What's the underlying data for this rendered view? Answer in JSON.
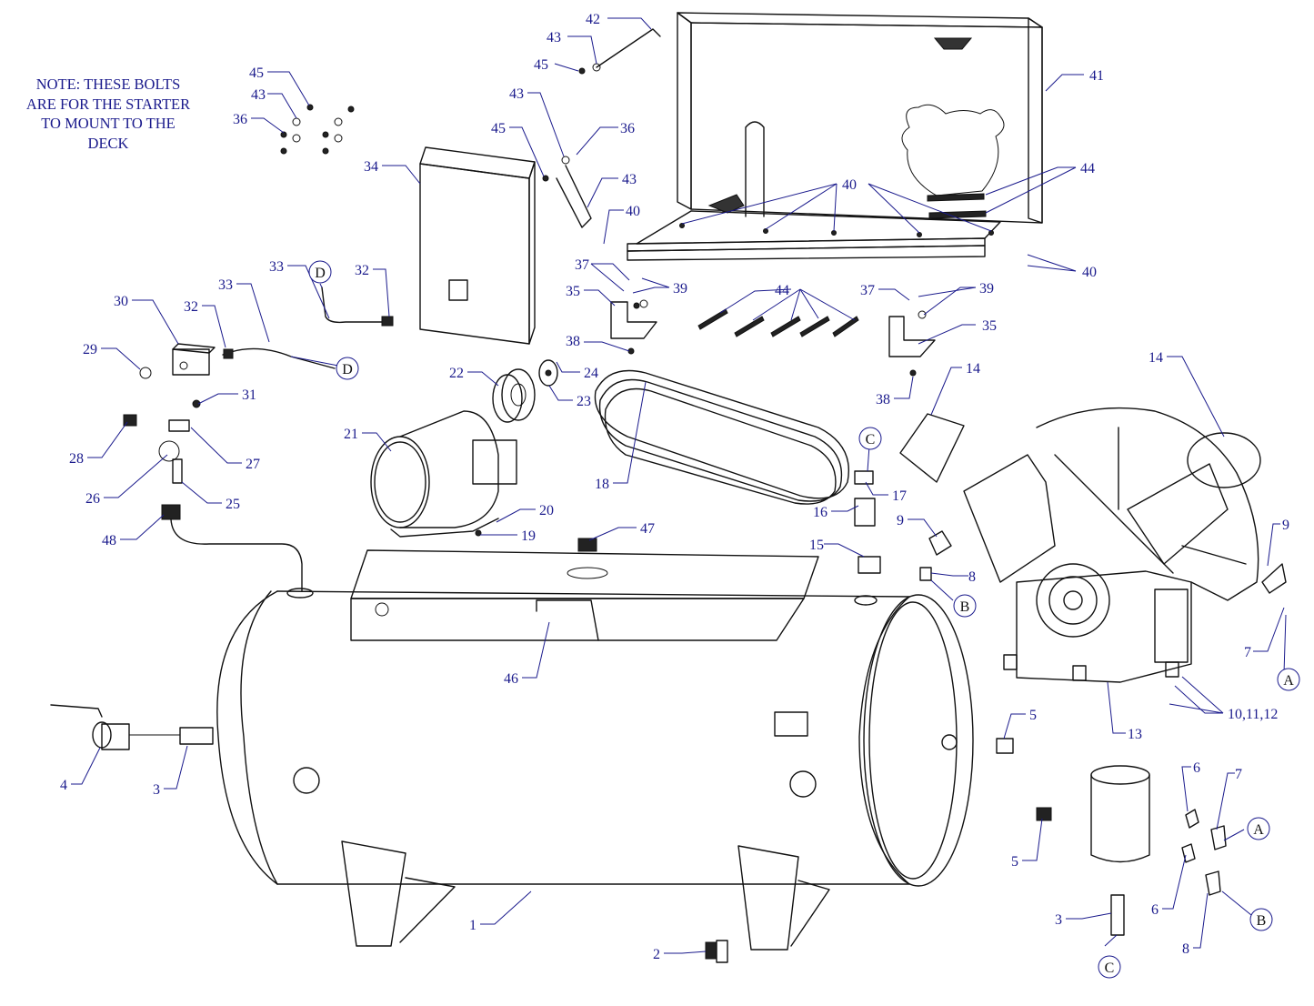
{
  "note": {
    "lines": [
      "NOTE: THESE BOLTS",
      "ARE FOR THE STARTER",
      "TO MOUNT TO THE",
      "DECK"
    ]
  },
  "callouts": [
    {
      "label": "42"
    },
    {
      "label": "43"
    },
    {
      "label": "45"
    },
    {
      "label": "41"
    },
    {
      "label": "45"
    },
    {
      "label": "43"
    },
    {
      "label": "36"
    },
    {
      "label": "43"
    },
    {
      "label": "45"
    },
    {
      "label": "36"
    },
    {
      "label": "34"
    },
    {
      "label": "43"
    },
    {
      "label": "44"
    },
    {
      "label": "40"
    },
    {
      "label": "40"
    },
    {
      "label": "40"
    },
    {
      "label": "33"
    },
    {
      "label": "32"
    },
    {
      "label": "37"
    },
    {
      "label": "39"
    },
    {
      "label": "35"
    },
    {
      "label": "44"
    },
    {
      "label": "37"
    },
    {
      "label": "39"
    },
    {
      "label": "35"
    },
    {
      "label": "30"
    },
    {
      "label": "32"
    },
    {
      "label": "33"
    },
    {
      "label": "29"
    },
    {
      "label": "38"
    },
    {
      "label": "24"
    },
    {
      "label": "22"
    },
    {
      "label": "23"
    },
    {
      "label": "38"
    },
    {
      "label": "14"
    },
    {
      "label": "14"
    },
    {
      "label": "31"
    },
    {
      "label": "28"
    },
    {
      "label": "27"
    },
    {
      "label": "26"
    },
    {
      "label": "25"
    },
    {
      "label": "21"
    },
    {
      "label": "18"
    },
    {
      "label": "17"
    },
    {
      "label": "16"
    },
    {
      "label": "20"
    },
    {
      "label": "19"
    },
    {
      "label": "48"
    },
    {
      "label": "47"
    },
    {
      "label": "9"
    },
    {
      "label": "9"
    },
    {
      "label": "15"
    },
    {
      "label": "8"
    },
    {
      "label": "7"
    },
    {
      "label": "46"
    },
    {
      "label": "10,11,12"
    },
    {
      "label": "13"
    },
    {
      "label": "4"
    },
    {
      "label": "3"
    },
    {
      "label": "5"
    },
    {
      "label": "6"
    },
    {
      "label": "7"
    },
    {
      "label": "5"
    },
    {
      "label": "6"
    },
    {
      "label": "3"
    },
    {
      "label": "8"
    },
    {
      "label": "1"
    },
    {
      "label": "2"
    }
  ],
  "connectors": [
    {
      "label": "D"
    },
    {
      "label": "D"
    },
    {
      "label": "C"
    },
    {
      "label": "B"
    },
    {
      "label": "A"
    },
    {
      "label": "A"
    },
    {
      "label": "B"
    },
    {
      "label": "C"
    }
  ],
  "colors": {
    "callout": "#1a1a8c",
    "lines": "#111111"
  }
}
